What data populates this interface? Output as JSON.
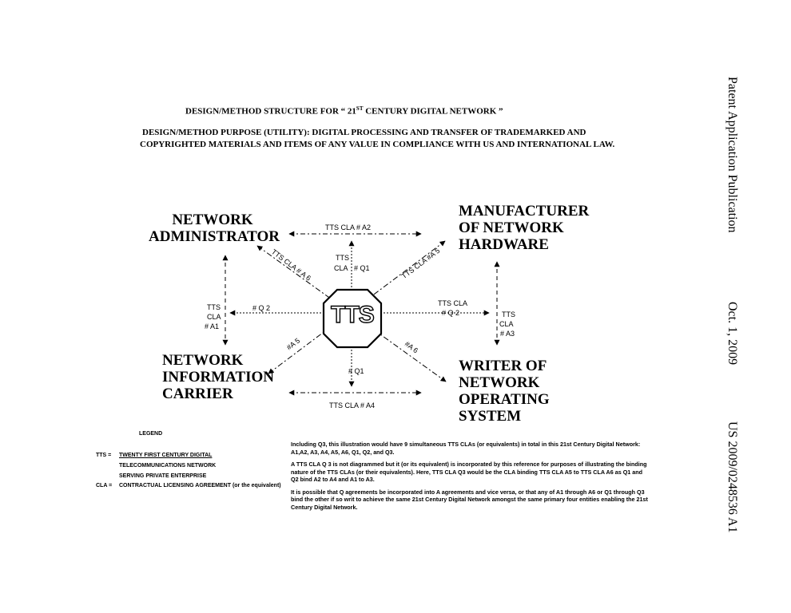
{
  "side_header": {
    "publication": "Patent Application Publication",
    "date": "Oct. 1, 2009",
    "number": "US 2009/0248536 A1"
  },
  "header": {
    "title_prefix": "DESIGN/METHOD STRUCTURE FOR  “ 21",
    "title_sup": "ST",
    "title_suffix": " CENTURY DIGITAL NETWORK ”",
    "purpose_line1": "DESIGN/METHOD PURPOSE (UTILITY):  DIGITAL PROCESSING AND TRANSFER OF TRADEMARKED AND",
    "purpose_line2": "COPYRIGHTED MATERIALS AND ITEMS OF ANY VALUE IN COMPLIANCE WITH US AND INTERNATIONAL LAW."
  },
  "diagram": {
    "center": "TTS",
    "nodes": {
      "network_administrator": [
        "NETWORK",
        "ADMINISTRATOR"
      ],
      "manufacturer": [
        "MANUFACTURER",
        "OF NETWORK",
        "HARDWARE"
      ],
      "information_carrier": [
        "NETWORK",
        "INFORMATION",
        "CARRIER"
      ],
      "writer": [
        "WRITER OF",
        "NETWORK",
        "OPERATING",
        "SYSTEM"
      ]
    },
    "labels": {
      "top": "TTS CLA  # A2",
      "bottom": "TTS CLA  # A4",
      "left_1": "TTS",
      "left_2": "CLA",
      "left_3": "# A1",
      "right_1": "TTS",
      "right_2": "CLA",
      "right_3": "# A3",
      "center_top_1": "TTS",
      "center_top_2": "CLA",
      "center_top_3": "# Q1",
      "center_bottom": "# Q1",
      "q2_left": "# Q 2",
      "q2_right_1": "TTS CLA",
      "q2_right_2": "# Q 2",
      "diag_a6_upper": "TTS CLA # A 6",
      "diag_a5_upper": "TTS CLA #A 5",
      "diag_a5_lower": "#A 5",
      "diag_a6_lower": "#A 6"
    }
  },
  "legend": {
    "heading": "LEGEND",
    "tts_key": "TTS =",
    "tts_line1": "TWENTY FIRST CENTURY DIGITAL",
    "tts_line2": "TELECOMMUNICATIONS NETWORK",
    "tts_line3": "SERVING PRIVATE ENTERPRISE",
    "cla_key": "CLA =",
    "cla_line": "CONTRACTUAL LICENSING AGREEMENT (or the equivalent)"
  },
  "notes": {
    "p1": "Including Q3, this illustration would have 9 simultaneous TTS CLAs (or equivalents) in total in this 21st Century Digital Network: A1,A2, A3, A4, A5, A6, Q1, Q2, and Q3.",
    "p2": "A TTS CLA Q 3 is not diagrammed but it (or its equivalent) is incorporated by this reference for purposes of illustrating the binding nature of the TTS CLAs (or their equivalents). Here, TTS CLA Q3 would be the CLA binding TTS CLA A5 to TTS CLA A6 as Q1 and Q2 bind A2 to A4 and A1 to A3.",
    "p3": "It is possible that Q agreements be incorporated into A agreements and vice versa, or that any of A1 through A6 or Q1 through Q3 bind the other if so writ to achieve the same 21st Century Digital Network amongst the same primary four entities enabling the 21st Century Digital Network."
  }
}
